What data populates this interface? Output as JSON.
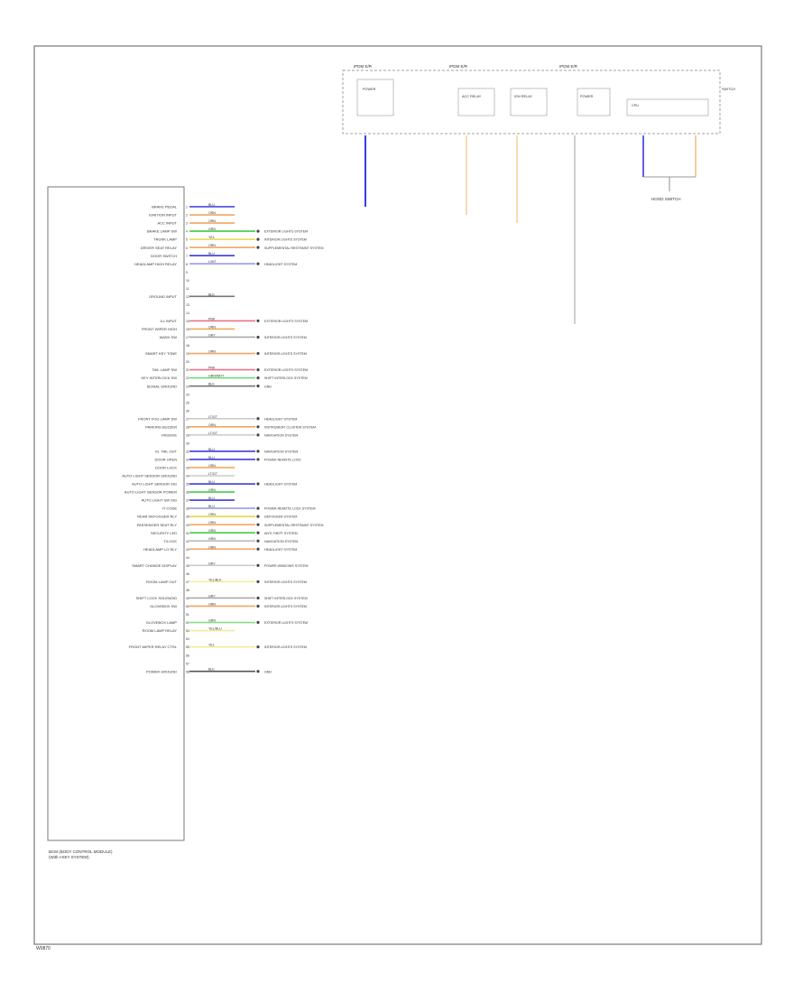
{
  "footer_code": "W0870",
  "module": {
    "name": "BODY CONTROL MODULE (BCM)",
    "name_line1": "BCM (BODY CONTROL MODULE)",
    "name_line2": "(With I-KEY SYSTEM)"
  },
  "top_block": {
    "labels": [
      "IPDM E/R",
      "IPDM E/R",
      "IPDM E/R"
    ],
    "sub_labels": [
      "POWER",
      "ACC RELAY",
      "IGN RELAY",
      "POWER",
      "CPU",
      "SWITCH"
    ]
  },
  "connector_note": "HOOD SWITCH",
  "pins": [
    {
      "label": "BRAKE PEDAL",
      "color": "BLU",
      "wire": "#3b3bdd",
      "dest": ""
    },
    {
      "label": "IGNITION INPUT",
      "color": "ORN",
      "wire": "#f0a860",
      "dest": ""
    },
    {
      "label": "ACC INPUT",
      "color": "ORN",
      "wire": "#f0a860",
      "dest": ""
    },
    {
      "label": "BRAKE LAMP SW",
      "color": "GRN",
      "wire": "#44cc44",
      "dest": "EXTERIOR LIGHTS SYSTEM"
    },
    {
      "label": "TRUNK LAMP",
      "color": "YEL",
      "wire": "#e6d84a",
      "dest": "INTERIOR LIGHTS SYSTEM"
    },
    {
      "label": "DRIVER SEAT RELAY",
      "color": "ORN",
      "wire": "#f0a860",
      "dest": "SUPPLEMENTAL RESTRAINT SYSTEM"
    },
    {
      "label": "DOOR SWITCH",
      "color": "BLU",
      "wire": "#3b3bdd",
      "dest": ""
    },
    {
      "label": "HEADLAMP HIGH RELAY",
      "color": "L/WT",
      "wire": "#9a9ae8",
      "dest": "HEADLIGHT SYSTEM"
    },
    {
      "label": "",
      "color": "",
      "wire": "",
      "dest": ""
    },
    {
      "label": "",
      "color": "",
      "wire": "",
      "dest": ""
    },
    {
      "label": "",
      "color": "",
      "wire": "",
      "dest": ""
    },
    {
      "label": "GROUND INPUT",
      "color": "BLK",
      "wire": "#777777",
      "dest": ""
    },
    {
      "label": "",
      "color": "",
      "wire": "",
      "dest": ""
    },
    {
      "label": "",
      "color": "",
      "wire": "",
      "dest": ""
    },
    {
      "label": "ILL INPUT",
      "color": "PNK",
      "wire": "#f07088",
      "dest": "EXTERIOR LIGHTS SYSTEM"
    },
    {
      "label": "FRONT WIPER HIGH",
      "color": "ORN",
      "wire": "#f0a860",
      "dest": ""
    },
    {
      "label": "WASH SW",
      "color": "GRY",
      "wire": "#aaaaaa",
      "dest": "INTERIOR LIGHTS SYSTEM"
    },
    {
      "label": "",
      "color": "",
      "wire": "",
      "dest": ""
    },
    {
      "label": "SMART KEY TONE",
      "color": "ORN",
      "wire": "#f0a860",
      "dest": "INTERIOR LIGHTS SYSTEM"
    },
    {
      "label": "",
      "color": "",
      "wire": "",
      "dest": ""
    },
    {
      "label": "TAIL LAMP SW",
      "color": "PNK",
      "wire": "#f07088",
      "dest": "EXTERIOR LIGHTS SYSTEM"
    },
    {
      "label": "KEY INTERLOCK SW",
      "color": "GRN/WHT",
      "wire": "#66dd66",
      "dest": "SHIFT INTERLOCK SYSTEM"
    },
    {
      "label": "SIGNAL GROUND",
      "color": "BLK",
      "wire": "#777777",
      "dest": "GND"
    },
    {
      "label": "",
      "color": "",
      "wire": "",
      "dest": ""
    },
    {
      "label": "",
      "color": "",
      "wire": "",
      "dest": ""
    },
    {
      "label": "",
      "color": "",
      "wire": "",
      "dest": ""
    },
    {
      "label": "FRONT FOG LAMP SW",
      "color": "LT/GT",
      "wire": "#cccccc",
      "dest": "HEADLIGHT SYSTEM"
    },
    {
      "label": "PARKING BUZZER",
      "color": "ORN",
      "wire": "#f0a860",
      "dest": "INSTRUMENT CLUSTER SYSTEM"
    },
    {
      "label": "PASSIVE",
      "color": "LT/GT",
      "wire": "#cccccc",
      "dest": "NAVIGATION SYSTEM"
    },
    {
      "label": "",
      "color": "",
      "wire": "",
      "dest": ""
    },
    {
      "label": "IG. TAIL OUT",
      "color": "BLU",
      "wire": "#3b3bdd",
      "dest": "NAVIGATION SYSTEM"
    },
    {
      "label": "DOOR OPEN",
      "color": "BLU",
      "wire": "#3b3bdd",
      "dest": "POWER REMOTE LOCK"
    },
    {
      "label": "DOOR LOCK",
      "color": "ORN",
      "wire": "#f0a860",
      "dest": ""
    },
    {
      "label": "AUTO LIGHT SENSOR GROUND",
      "color": "LT/GT",
      "wire": "#cccccc",
      "dest": ""
    },
    {
      "label": "AUTO LIGHT SENSOR SIG",
      "color": "BLU",
      "wire": "#3b3bdd",
      "dest": "HEADLIGHT SYSTEM"
    },
    {
      "label": "AUTO LIGHT SENSOR POWER",
      "color": "GRN",
      "wire": "#44cc44",
      "dest": ""
    },
    {
      "label": "AUTO LIGHT SW SIG",
      "color": "BLU",
      "wire": "#3b3bdd",
      "dest": ""
    },
    {
      "label": "IT CODE",
      "color": "BLU",
      "wire": "#9a9ae8",
      "dest": "POWER REMOTE LOCK SYSTEM"
    },
    {
      "label": "REAR DEFOGGER RLY",
      "color": "ORN",
      "wire": "#e6d84a",
      "dest": "DEFOGGER SYSTEM"
    },
    {
      "label": "PASSENGER SEAT RLY",
      "color": "ORN",
      "wire": "#f0a860",
      "dest": "SUPPLEMENTAL RESTRAINT SYSTEM"
    },
    {
      "label": "SECURITY LED",
      "color": "GRN",
      "wire": "#44cc44",
      "dest": "ANTI-THEFT SYSTEM"
    },
    {
      "label": "T/LOCK",
      "color": "GRN",
      "wire": "#bbbbbb",
      "dest": "NAVIGATION SYSTEM"
    },
    {
      "label": "HEADLAMP LO RLY",
      "color": "ORN",
      "wire": "#f0a860",
      "dest": "HEADLIGHT SYSTEM"
    },
    {
      "label": "",
      "color": "",
      "wire": "",
      "dest": ""
    },
    {
      "label": "SMART CHANGE DISPLAY",
      "color": "GRY",
      "wire": "#cccccc",
      "dest": "POWER WINDOWS SYSTEM"
    },
    {
      "label": "",
      "color": "",
      "wire": "",
      "dest": ""
    },
    {
      "label": "ROOM LAMP OUT",
      "color": "YEL/BLK",
      "wire": "#f2ec9a",
      "dest": "INTERIOR LIGHTS SYSTEM"
    },
    {
      "label": "",
      "color": "",
      "wire": "",
      "dest": ""
    },
    {
      "label": "SHIFT LOCK SOLENOID",
      "color": "GRY",
      "wire": "#aaaaaa",
      "dest": "SHIFT INTERLOCK SYSTEM"
    },
    {
      "label": "GLOVEBOX SW",
      "color": "ORN",
      "wire": "#f0a860",
      "dest": "INTERIOR LIGHTS SYSTEM"
    },
    {
      "label": "",
      "color": "",
      "wire": "",
      "dest": ""
    },
    {
      "label": "GLOVEBOX LAMP",
      "color": "GRN",
      "wire": "#88dd88",
      "dest": "EXTERIOR LIGHTS SYSTEM"
    },
    {
      "label": "ROOM LAMP RELAY",
      "color": "YEL/BLU",
      "wire": "#f2ec9a",
      "dest": ""
    },
    {
      "label": "",
      "color": "",
      "wire": "",
      "dest": ""
    },
    {
      "label": "FRONT WIPER RELAY CTRL",
      "color": "YEL",
      "wire": "#f2ec9a",
      "dest": "INTERIOR LIGHTS SYSTEM"
    },
    {
      "label": "",
      "color": "",
      "wire": "",
      "dest": ""
    },
    {
      "label": "",
      "color": "",
      "wire": "",
      "dest": ""
    },
    {
      "label": "POWER GROUND",
      "color": "BLK",
      "wire": "#555555",
      "dest": "GND"
    }
  ]
}
